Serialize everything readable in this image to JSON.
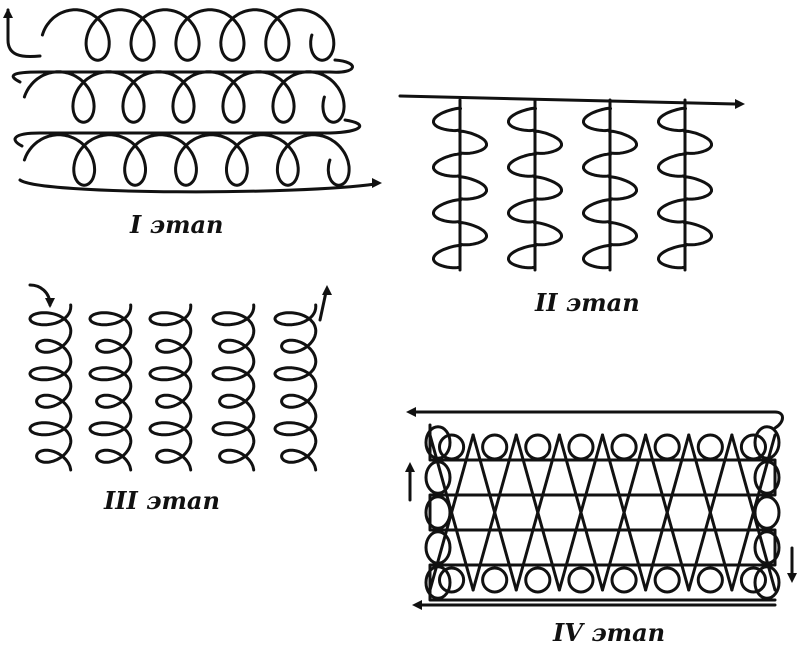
{
  "stages": [
    {
      "id": "stage-1",
      "label": "I этап"
    },
    {
      "id": "stage-2",
      "label": "II этап"
    },
    {
      "id": "stage-3",
      "label": "III этап"
    },
    {
      "id": "stage-4",
      "label": "IV этап"
    }
  ],
  "colors": {
    "ink": "#111111",
    "background": "#ffffff"
  }
}
